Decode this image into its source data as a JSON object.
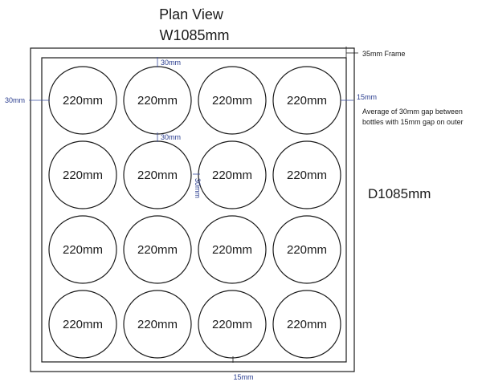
{
  "title": "Plan View",
  "width_label": "W1085mm",
  "depth_label": "D1085mm",
  "frame_label": "35mm Frame",
  "bottle_label": "220mm",
  "grid": {
    "rows": 4,
    "cols": 4
  },
  "dimensions": {
    "left_gap": "30mm",
    "right_gap": "15mm",
    "bottom_gap": "15mm",
    "top_gap": "30mm",
    "row_gap": "30mm",
    "col_gap": "30mm"
  },
  "note_lines": [
    "Average of 30mm gap between",
    "bottles with 15mm gap on outer"
  ],
  "colors": {
    "line": "#1a1a1a",
    "dimension_text": "#2a3d8f",
    "dimension_line": "#3a4fa0"
  }
}
